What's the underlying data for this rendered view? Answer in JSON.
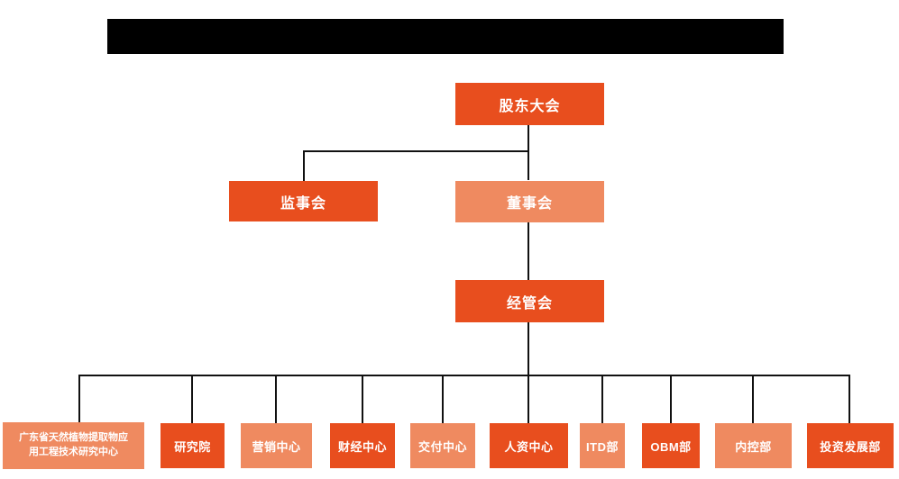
{
  "title_bar": {
    "redacted": true
  },
  "colors": {
    "primary": "#E84E1E",
    "secondary": "#EF8A60",
    "connector": "#111111",
    "text": "#FFFFFF",
    "background": "#FFFFFF",
    "redacted_bar": "#000000"
  },
  "chart_data": {
    "type": "org-chart",
    "hierarchy": {
      "root": "股东大会",
      "children_of_root": [
        "监事会",
        "董事会"
      ],
      "child_of_board": "经管会",
      "children_of_management": [
        "广东省天然植物提取物应用工程技术研究中心",
        "研究院",
        "营销中心",
        "财经中心",
        "交付中心",
        "人资中心",
        "ITD部",
        "OBM部",
        "内控部",
        "投资发展部"
      ]
    }
  },
  "nodes": {
    "shareholders": {
      "label": "股东大会"
    },
    "supervisory": {
      "label": "监事会"
    },
    "board": {
      "label": "董事会"
    },
    "management": {
      "label": "经管会"
    },
    "research_center": {
      "label": "广东省天然植物提取物应用工程技术研究中心",
      "line1": "广东省天然植物提取物应",
      "line2": "用工程技术研究中心"
    },
    "research_institute": {
      "label": "研究院"
    },
    "marketing": {
      "label": "营销中心"
    },
    "finance": {
      "label": "财经中心"
    },
    "delivery": {
      "label": "交付中心"
    },
    "hr": {
      "label": "人资中心"
    },
    "itd": {
      "label": "ITD部"
    },
    "obm": {
      "label": "OBM部"
    },
    "internal_control": {
      "label": "内控部"
    },
    "investment": {
      "label": "投资发展部"
    }
  }
}
